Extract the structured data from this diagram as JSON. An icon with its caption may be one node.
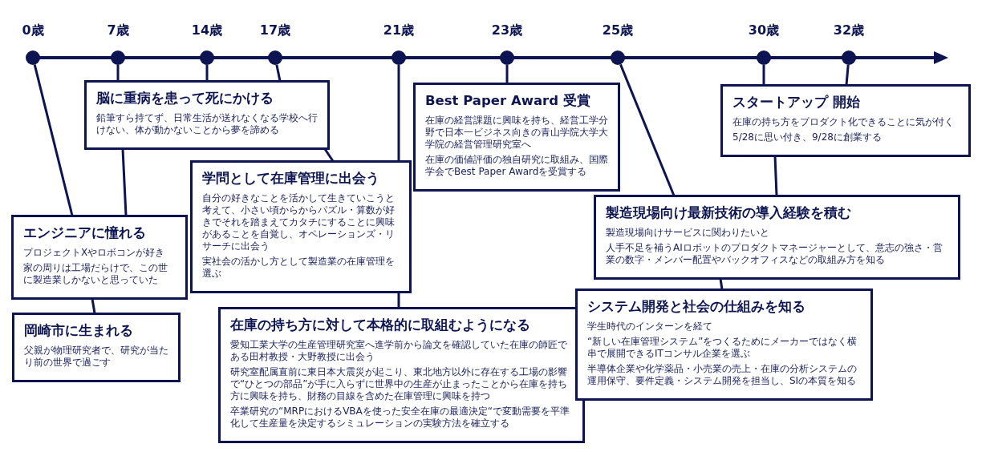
{
  "diagram": {
    "nodes": [
      {
        "text": [],
        "shape": "circle",
        "beside": [
          "0歳"
        ]
      },
      {
        "text": [],
        "shape": "circle",
        "beside": [
          "7歳"
        ]
      },
      {
        "text": [],
        "shape": "circle",
        "beside": [
          "14歳"
        ]
      },
      {
        "text": [],
        "shape": "circle",
        "beside": [
          "17歳"
        ]
      },
      {
        "text": [],
        "shape": "circle",
        "beside": [
          "21歳"
        ]
      },
      {
        "text": [],
        "shape": "circle",
        "beside": [
          "23歳"
        ]
      },
      {
        "text": [],
        "shape": "circle",
        "beside": [
          "25歳"
        ]
      },
      {
        "text": [],
        "shape": "circle",
        "beside": [
          "30歳"
        ]
      },
      {
        "text": [],
        "shape": "circle",
        "beside": [
          "32歳"
        ]
      },
      {
        "text": [
          "岡崎市に生まれる",
          "父親が物理研究者で、研究が当たり前の世界で過ごす"
        ]
      },
      {
        "text": [
          "エンジニアに憧れる",
          "プロジェクトXやロボコンが好き",
          "家の周りは工場だらけで、この世に製造業しかないと思っていた"
        ]
      },
      {
        "text": [
          "脳に重病を患って死にかける",
          "鉛筆すら持てず、日常生活が送れなくなる学校へ行けない、体が動かないことから夢を諦める"
        ]
      },
      {
        "text": [
          "学問として在庫管理に出会う",
          "自分の好きなことを活かして生きていこうと考えて、小さい頃からからパズル・算数が好きでそれを踏まえてカタチにすることに興味があることを自覚し、オペレーションズ・リサーチに出会う",
          "実社会の活かし方として製造業の在庫管理を選ぶ"
        ]
      },
      {
        "text": [
          "在庫の持ち方に対して本格的に取組むようになる",
          "愛知工業大学の生産管理研究室へ進学前から論文を確認していた在庫の師匠である田村教授・大野教授に出会う",
          "研究室配属直前に東日本大震災が起こり、東北地方以外に存在する工場の影響で“ひとつの部品”が手に入らずに世界中の生産が止まったことから在庫を持ち方に興味を持ち、財務の目線を含めた在庫管理に興味を持つ",
          "卒業研究の“MRPにおけるVBAを使った安全在庫の最適決定“で変動需要を平準化して生産量を決定するシミュレーションの実験方法を確立する"
        ]
      },
      {
        "text": [
          "Best Paper Award 受賞",
          "在庫の経営課題に興味を持ち、経営工学分野で日本一ビジネス向きの青山学院大学大学院の経営管理研究室へ",
          "在庫の価値評価の独自研究に取組み、国際学会でBest Paper Awardを受賞する"
        ]
      },
      {
        "text": [
          "システム開発と社会の仕組みを知る",
          "学生時代のインターンを経て",
          "“新しい在庫管理システム”をつくるためにメーカーではなく横串で展開できるITコンサル企業を選ぶ",
          "半導体企業や化学薬品・小売業の売上・在庫の分析システムの運用保守、要件定義・システム開発を担当し、SIの本質を知る"
        ]
      },
      {
        "text": [
          "製造現場向け最新技術の導入経験を積む",
          "製造現場向けサービスに関わりたいと",
          "人手不足を補うAIロボットのプロダクトマネージャーとして、意志の強さ・営業の数字・メンバー配置やバックオフィスなどの取組み方を知る"
        ]
      },
      {
        "text": [
          "スタートアップ 開始",
          "在庫の持ち方をプロダクト化できることに気が付く",
          "5/28に思い付き、9/28に創業する"
        ]
      }
    ],
    "edges": [
      {
        "from": 0,
        "to": 10,
        "arrow": "none"
      },
      {
        "from": 10,
        "to": 9,
        "arrow": "none"
      },
      {
        "from": 1,
        "to": 11,
        "arrow": "none"
      },
      {
        "from": 11,
        "to": 10,
        "arrow": "none"
      },
      {
        "from": 2,
        "to": 11,
        "arrow": "none"
      },
      {
        "from": 3,
        "to": 11,
        "arrow": "none"
      },
      {
        "from": 11,
        "to": 12,
        "arrow": "none"
      },
      {
        "from": 4,
        "to": 12,
        "arrow": "none"
      },
      {
        "from": 12,
        "to": 13,
        "arrow": "none"
      },
      {
        "from": 5,
        "to": 14,
        "arrow": "none"
      },
      {
        "from": 6,
        "to": 16,
        "arrow": "none"
      },
      {
        "from": 16,
        "to": 15,
        "arrow": "none"
      },
      {
        "from": 7,
        "to": 17,
        "arrow": "none"
      },
      {
        "from": 17,
        "to": 16,
        "arrow": "none"
      },
      {
        "from": 8,
        "to": 17,
        "arrow": "none"
      }
    ]
  }
}
